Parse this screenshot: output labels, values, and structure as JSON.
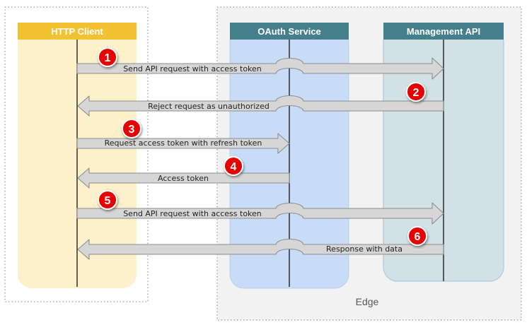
{
  "participants": [
    {
      "name": "HTTP Client",
      "header_color": "#f2c232",
      "text_color": "#ffffff",
      "body_color": "#fdf1cc"
    },
    {
      "name": "OAuth Service",
      "header_color": "#457f8b",
      "text_color": "#ffffff",
      "body_color": "#c9dcf7"
    },
    {
      "name": "Management API",
      "header_color": "#457f8b",
      "text_color": "#ffffff",
      "body_color": "#d2e1e5"
    }
  ],
  "group_label": "Edge",
  "messages": [
    {
      "step": "1",
      "label": "Send API request with access token",
      "from": 0,
      "to": 2
    },
    {
      "step": "2",
      "label": "Reject request as unauthorized",
      "from": 2,
      "to": 0
    },
    {
      "step": "3",
      "label": "Request access token with refresh token",
      "from": 0,
      "to": 1
    },
    {
      "step": "4",
      "label": "Access token",
      "from": 1,
      "to": 0
    },
    {
      "step": "5",
      "label": "Send API request with access token",
      "from": 0,
      "to": 2
    },
    {
      "step": "6",
      "label": "Response with data",
      "from": 2,
      "to": 0
    }
  ],
  "colors": {
    "arrow_fill": "#d6d6d6",
    "arrow_stroke": "#8c8c8c",
    "badge": "#e60000",
    "lifeline": "#111111"
  }
}
